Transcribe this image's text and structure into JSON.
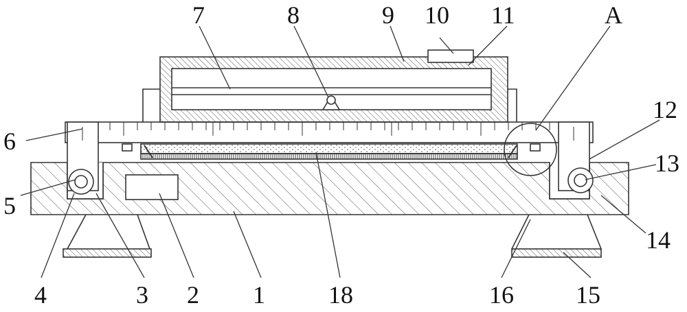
{
  "figure": {
    "labels": {
      "l1": "1",
      "l2": "2",
      "l3": "3",
      "l4": "4",
      "l5": "5",
      "l6": "6",
      "l7": "7",
      "l8": "8",
      "l9": "9",
      "l10": "10",
      "l11": "11",
      "l12": "12",
      "l13": "13",
      "l14": "14",
      "l15": "15",
      "l16": "16",
      "l18": "18",
      "lA": "A"
    },
    "stroke_color": "#333333",
    "hatch_color": "#555555"
  }
}
